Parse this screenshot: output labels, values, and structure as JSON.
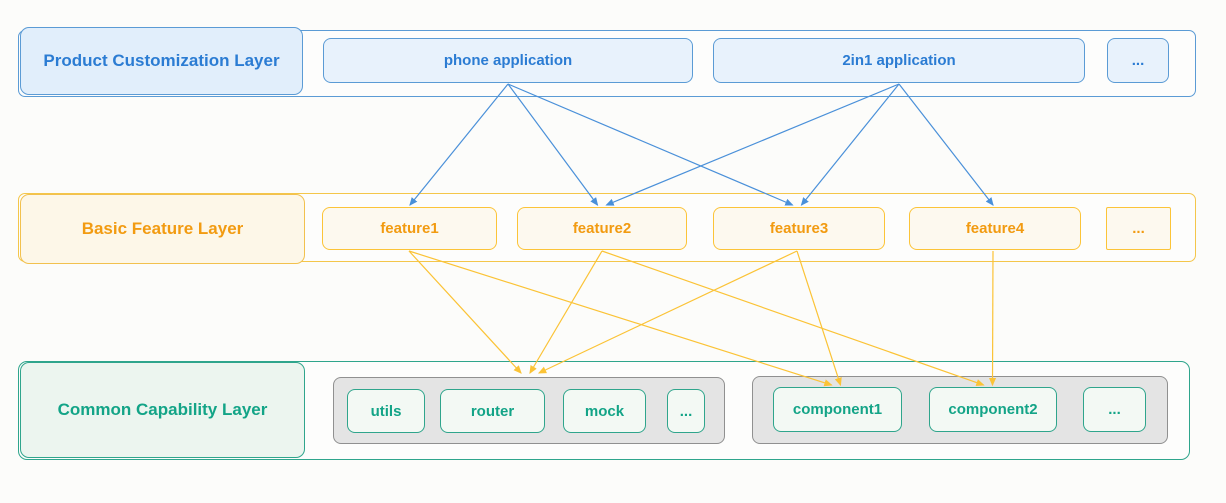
{
  "colors": {
    "blue_border": "#5b9bd5",
    "blue_text": "#2b7cd3",
    "gold_border": "#f2c14e",
    "gold_text": "#f29b11",
    "green_border": "#2fa58c",
    "green_text": "#13a487",
    "group_fill": "#e4e4e4",
    "arrow_blue": "#4a90d9",
    "arrow_gold": "#fbc336"
  },
  "layers": {
    "product": {
      "label": "Product Customization Layer",
      "items": [
        {
          "id": "phone-application",
          "label": "phone application"
        },
        {
          "id": "2in1-application",
          "label": "2in1 application"
        },
        {
          "id": "product-more",
          "label": "..."
        }
      ]
    },
    "feature": {
      "label": "Basic Feature Layer",
      "items": [
        {
          "id": "feature1",
          "label": "feature1"
        },
        {
          "id": "feature2",
          "label": "feature2"
        },
        {
          "id": "feature3",
          "label": "feature3"
        },
        {
          "id": "feature4",
          "label": "feature4"
        },
        {
          "id": "feature-more",
          "label": "..."
        }
      ]
    },
    "capability": {
      "label": "Common Capability Layer",
      "groups": [
        {
          "id": "utils-group",
          "items": [
            {
              "id": "utils",
              "label": "utils"
            },
            {
              "id": "router",
              "label": "router"
            },
            {
              "id": "mock",
              "label": "mock"
            },
            {
              "id": "utils-more",
              "label": "..."
            }
          ]
        },
        {
          "id": "component-group",
          "items": [
            {
              "id": "component1",
              "label": "component1"
            },
            {
              "id": "component2",
              "label": "component2"
            },
            {
              "id": "component-more",
              "label": "..."
            }
          ]
        }
      ]
    }
  },
  "edges": [
    {
      "from": "phone-application",
      "to": "feature1",
      "color": "blue"
    },
    {
      "from": "phone-application",
      "to": "feature2",
      "color": "blue"
    },
    {
      "from": "phone-application",
      "to": "feature3",
      "color": "blue"
    },
    {
      "from": "2in1-application",
      "to": "feature2",
      "color": "blue"
    },
    {
      "from": "2in1-application",
      "to": "feature3",
      "color": "blue"
    },
    {
      "from": "2in1-application",
      "to": "feature4",
      "color": "blue"
    },
    {
      "from": "feature1",
      "to": "utils-group",
      "color": "gold"
    },
    {
      "from": "feature2",
      "to": "utils-group",
      "color": "gold"
    },
    {
      "from": "feature3",
      "to": "utils-group",
      "color": "gold"
    },
    {
      "from": "feature1",
      "to": "component1",
      "color": "gold"
    },
    {
      "from": "feature3",
      "to": "component1",
      "color": "gold"
    },
    {
      "from": "feature2",
      "to": "component2",
      "color": "gold"
    },
    {
      "from": "feature4",
      "to": "component2",
      "color": "gold"
    }
  ]
}
